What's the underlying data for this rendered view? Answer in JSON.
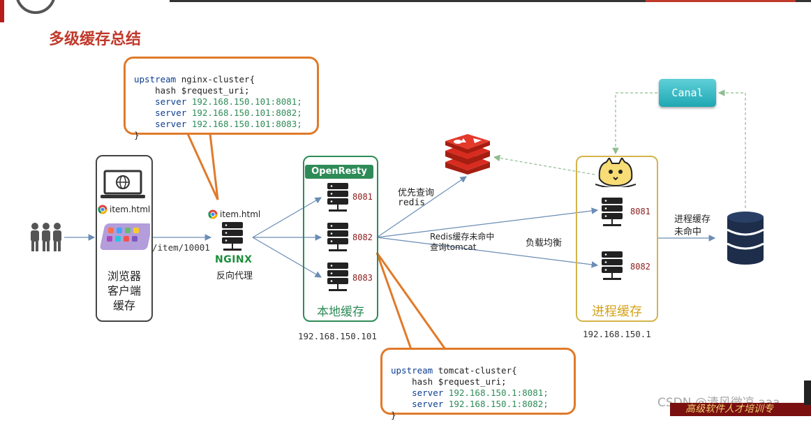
{
  "title": "多级缓存总结",
  "callout_nginx": {
    "line1_kw": "upstream",
    "line1_rest": " nginx-cluster{",
    "line2": "    hash $request_uri;",
    "servers": [
      {
        "kw": "    server",
        "addr": " 192.168.150.101:8081;"
      },
      {
        "kw": "    server",
        "addr": " 192.168.150.101:8082;"
      },
      {
        "kw": "    server",
        "addr": " 192.168.150.101:8083;"
      }
    ],
    "close": "}"
  },
  "callout_tomcat": {
    "line1_kw": "upstream",
    "line1_rest": " tomcat-cluster{",
    "line2": "    hash $request_uri;",
    "servers": [
      {
        "kw": "    server",
        "addr": " 192.168.150.1:8081;"
      },
      {
        "kw": "    server",
        "addr": " 192.168.150.1:8082;"
      }
    ],
    "close": "}"
  },
  "browser": {
    "item_label": "item.html",
    "label": "浏览器\n客户端\n缓存",
    "label_lines": [
      "浏览器",
      "客户端",
      "缓存"
    ]
  },
  "request_path": "/item/10001",
  "nginx": {
    "item_label": "item.html",
    "brand": "NGINX",
    "label": "反向代理"
  },
  "openresty": {
    "badge": "OpenResty",
    "ports": [
      "8081",
      "8082",
      "8083"
    ],
    "label": "本地缓存",
    "ip": "192.168.150.101"
  },
  "redis_query": {
    "line1": "优先查询",
    "line2": "redis"
  },
  "redis_miss": {
    "line1": "Redis缓存未命中",
    "line2": "查询tomcat"
  },
  "load_balance": "负载均衡",
  "canal": "Canal",
  "tomcat": {
    "ports": [
      "8081",
      "8082"
    ],
    "label": "进程缓存",
    "ip": "192.168.150.1"
  },
  "process_miss": {
    "line1": "进程缓存",
    "line2": "未命中"
  },
  "watermark": "CSDN @清风微凉 aaa",
  "banner": "高级软件人才培训专"
}
